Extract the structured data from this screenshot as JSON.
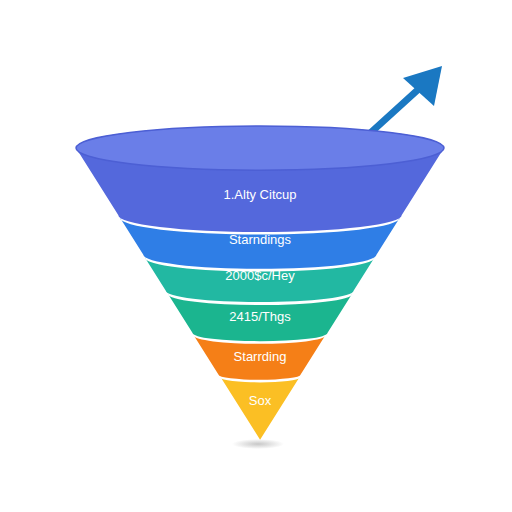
{
  "diagram": {
    "nodes": [
      {
        "text": [
          "1.Alty Citcup"
        ]
      },
      {
        "text": [
          "Starndings"
        ]
      },
      {
        "text": [
          "2000$c/Hey"
        ]
      },
      {
        "text": [
          "2415/Thgs"
        ]
      },
      {
        "text": [
          "Starrding"
        ]
      },
      {
        "text": [
          "Sox"
        ]
      }
    ]
  }
}
